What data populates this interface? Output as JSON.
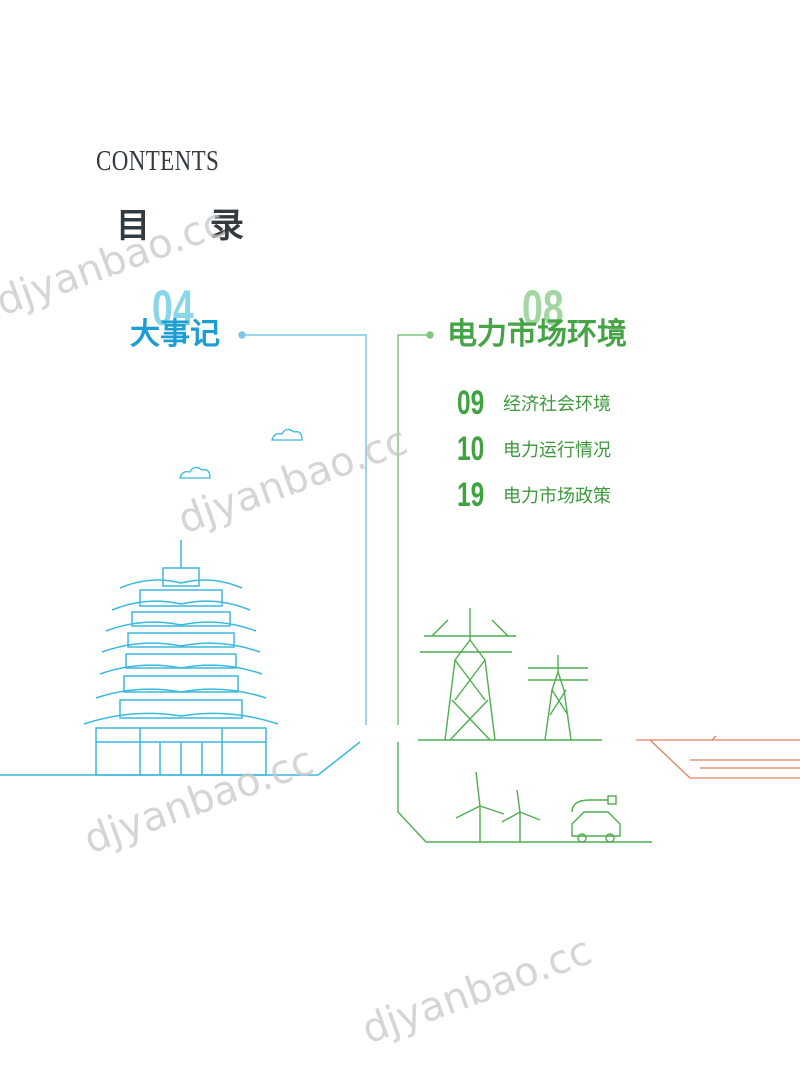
{
  "header": {
    "contents_en": "CONTENTS",
    "contents_zh": "目 录"
  },
  "sections": [
    {
      "number": "04",
      "title": "大事记"
    },
    {
      "number": "08",
      "title": "电力市场环境",
      "items": [
        {
          "number": "09",
          "label": "经济社会环境"
        },
        {
          "number": "10",
          "label": "电力运行情况"
        },
        {
          "number": "19",
          "label": "电力市场政策"
        }
      ]
    }
  ],
  "watermark": "djyanbao.cc",
  "colors": {
    "blue": "#1b9ed3",
    "light_blue": "#2ab3d8",
    "green": "#45a445",
    "orange": "#e07a5a",
    "dark": "#333a40"
  }
}
